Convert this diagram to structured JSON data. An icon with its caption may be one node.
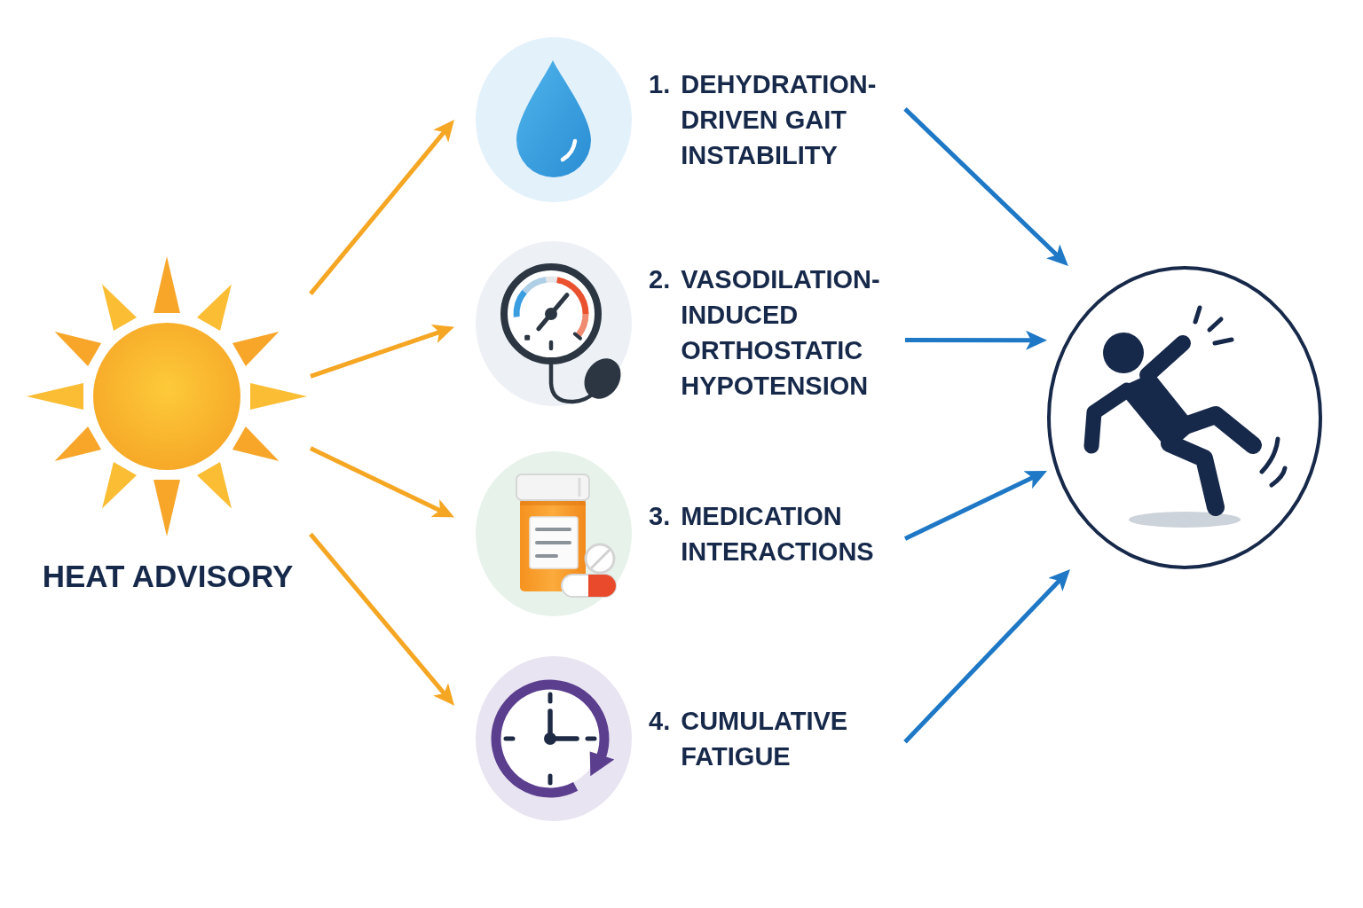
{
  "diagram": {
    "nodes": [
      {
        "text": [
          "HEAT ADVISORY"
        ]
      },
      {
        "text": [
          "1.",
          "DEHYDRATION-DRIVEN GAIT INSTABILITY"
        ]
      },
      {
        "text": [
          "2.",
          "VASODILATION-INDUCED ORTHOSTATIC HYPOTENSION"
        ]
      },
      {
        "text": [
          "3.",
          "MEDICATION INTERACTIONS"
        ]
      },
      {
        "text": [
          "4.",
          "CUMULATIVE FATIGUE"
        ]
      },
      {
        "text": [],
        "shape": "person"
      }
    ],
    "edges": [
      {
        "from": 0,
        "to": 1,
        "arrow": "to",
        "color": "#f5a623"
      },
      {
        "from": 0,
        "to": 2,
        "arrow": "to",
        "color": "#f5a623"
      },
      {
        "from": 0,
        "to": 3,
        "arrow": "to",
        "color": "#f5a623"
      },
      {
        "from": 0,
        "to": 4,
        "arrow": "to",
        "color": "#f5a623"
      },
      {
        "from": 1,
        "to": 5,
        "arrow": "to",
        "color": "#1e78c6"
      },
      {
        "from": 2,
        "to": 5,
        "arrow": "to",
        "color": "#1e78c6"
      },
      {
        "from": 3,
        "to": 5,
        "arrow": "to",
        "color": "#1e78c6"
      },
      {
        "from": 4,
        "to": 5,
        "arrow": "to",
        "color": "#1e78c6"
      }
    ]
  }
}
